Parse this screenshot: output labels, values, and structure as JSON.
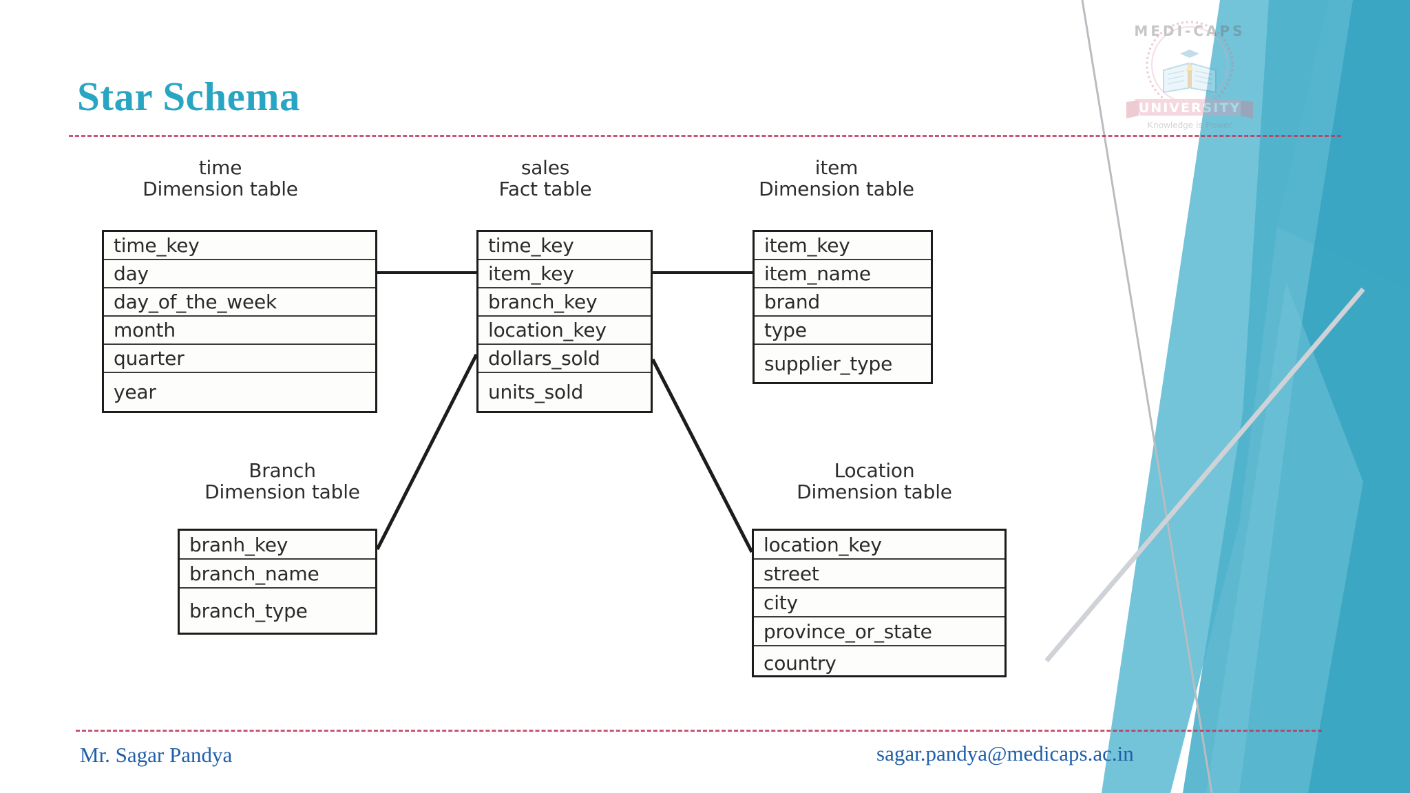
{
  "slide": {
    "title": "Star Schema",
    "background_color": "#ffffff",
    "title_color": "#29A5C4",
    "rule_color": "#C0395B",
    "accent_teal_dark": "#35A3C0",
    "accent_teal_mid": "#5BB9D2",
    "accent_teal_light": "#9FD3E2"
  },
  "logo": {
    "name": "MEDI-CAPS",
    "word": "UNIVERSITY",
    "tagline": "Knowledge is Power"
  },
  "footer": {
    "author": "Mr. Sagar Pandya",
    "email": "sagar.pandya@medicaps.ac.in",
    "author_color": "#1F5FA8"
  },
  "diagram": {
    "type": "star-schema-er-diagram",
    "tables": [
      {
        "id": "time",
        "caption": "time\nDimension table",
        "kind": "Dimension table",
        "name": "time",
        "fields": [
          "time_key",
          "day",
          "day_of_the_week",
          "month",
          "quarter",
          "year"
        ]
      },
      {
        "id": "sales",
        "caption": "sales\nFact table",
        "kind": "Fact table",
        "name": "sales",
        "fields": [
          "time_key",
          "item_key",
          "branch_key",
          "location_key",
          "dollars_sold",
          "units_sold"
        ]
      },
      {
        "id": "item",
        "caption": "item\nDimension table",
        "kind": "Dimension table",
        "name": "item",
        "fields": [
          "item_key",
          "item_name",
          "brand",
          "type",
          "supplier_type"
        ]
      },
      {
        "id": "branch",
        "caption": "Branch\nDimension table",
        "kind": "Dimension table",
        "name": "Branch",
        "fields": [
          "branh_key",
          "branch_name",
          "branch_type"
        ]
      },
      {
        "id": "location",
        "caption": "Location\nDimension table",
        "kind": "Dimension table",
        "name": "Location",
        "fields": [
          "location_key",
          "street",
          "city",
          "province_or_state",
          "country"
        ]
      }
    ],
    "relationships": [
      {
        "from": "time",
        "to": "sales",
        "style": "straight-horizontal"
      },
      {
        "from": "sales",
        "to": "item",
        "style": "straight-horizontal"
      },
      {
        "from": "sales",
        "to": "branch",
        "style": "diagonal"
      },
      {
        "from": "sales",
        "to": "location",
        "style": "diagonal"
      }
    ]
  }
}
